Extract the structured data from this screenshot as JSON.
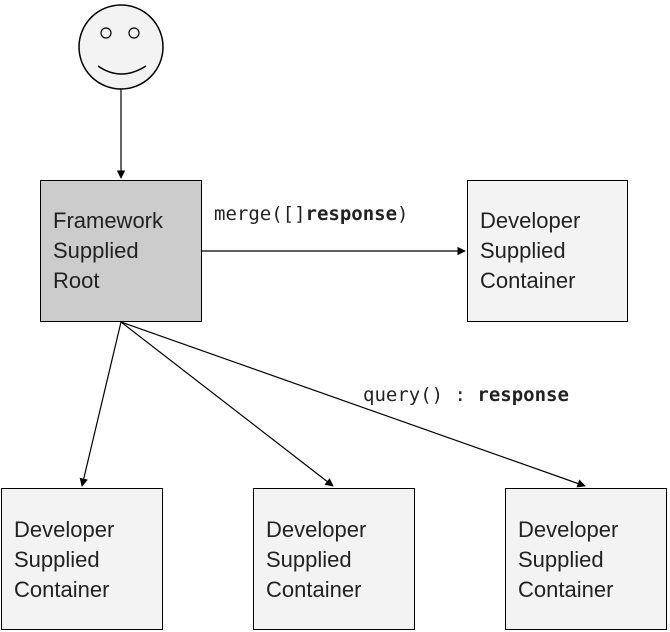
{
  "nodes": {
    "root": {
      "label": "Framework\nSupplied\nRoot"
    },
    "container_right": {
      "label": "Developer\nSupplied\nContainer"
    },
    "container_bottom_left": {
      "label": "Developer\nSupplied\nContainer"
    },
    "container_bottom_middle": {
      "label": "Developer\nSupplied\nContainer"
    },
    "container_bottom_right": {
      "label": "Developer\nSupplied\nContainer"
    }
  },
  "edges": {
    "merge": {
      "call": "merge([]",
      "type": "response",
      "close": ")"
    },
    "query": {
      "call": "query() : ",
      "type": "response"
    }
  },
  "colors": {
    "root_fill": "#cccccc",
    "container_fill": "#f3f3f3",
    "stroke": "#000000"
  },
  "icons": {
    "user": "smiley-face-icon"
  }
}
